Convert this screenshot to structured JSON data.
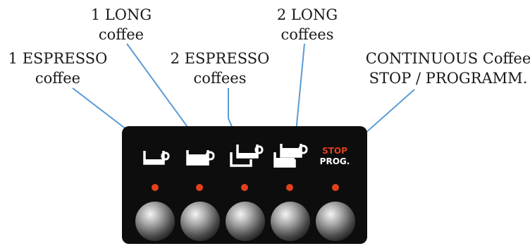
{
  "labels": {
    "one_espresso": {
      "line1": "1 ESPRESSO",
      "line2": "coffee"
    },
    "one_long": {
      "line1": "1 LONG",
      "line2": "coffee"
    },
    "two_espresso": {
      "line1": "2 ESPRESSO",
      "line2": "coffees"
    },
    "two_long": {
      "line1": "2 LONG",
      "line2": "coffees"
    },
    "continuous": {
      "line1": "CONTINUOUS Coffee",
      "line2": "STOP / PROGRAMM."
    }
  },
  "panel": {
    "stop_text": "STOP",
    "prog_text": "PROG."
  },
  "icons": [
    "single-cup-icon",
    "single-cup-full-icon",
    "double-cup-icon",
    "double-cup-full-icon"
  ],
  "colors": {
    "leader_line": "#5b9bd5",
    "panel": "#0d0d0d",
    "led": "#e2401c",
    "stop_text": "#e2401c",
    "prog_text": "#ffffff",
    "icon": "#ffffff"
  }
}
